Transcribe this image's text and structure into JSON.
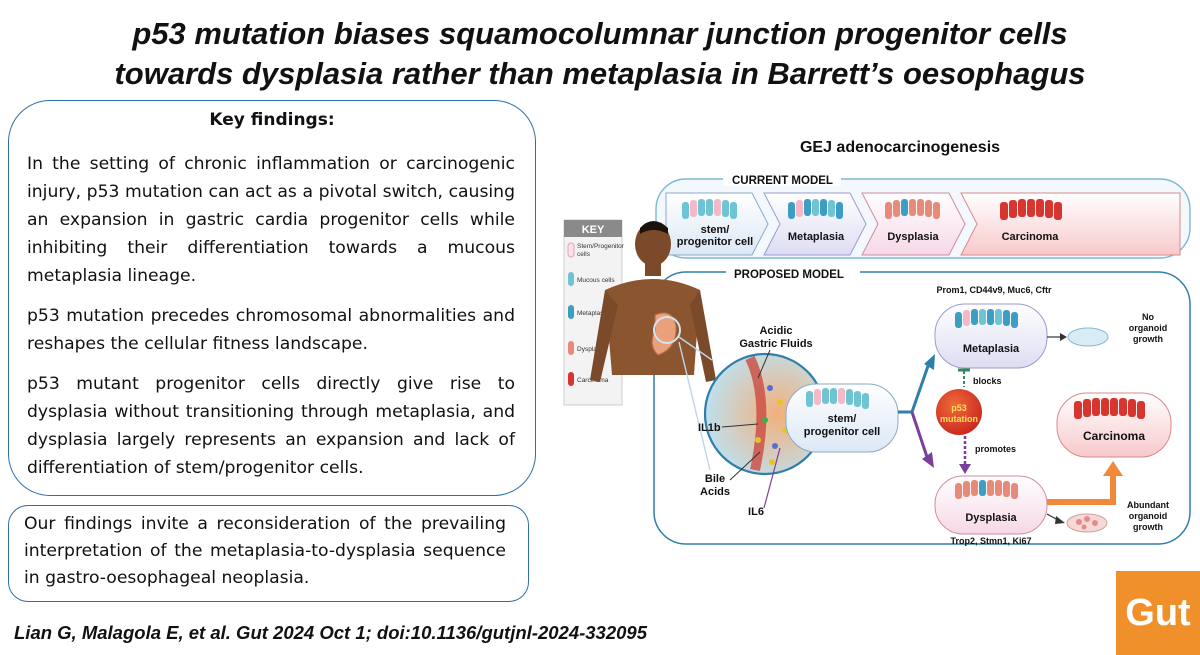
{
  "title": {
    "line1": "p53 mutation biases squamocolumnar junction progenitor cells",
    "line2": "towards dysplasia rather than metaplasia in Barrett’s oesophagus"
  },
  "key_findings": {
    "heading": "Key findings:",
    "paragraphs": [
      "In the setting of chronic inflammation or carcinogenic injury, p53 mutation can act as a pivotal switch, causing an expansion in gastric cardia progenitor cells while inhibiting their differentiation towards a mucous metaplasia lineage.",
      "p53 mutation precedes chromosomal abnormalities and reshapes the cellular fitness landscape.",
      "p53 mutant progenitor cells directly give rise to dysplasia without transitioning through metaplasia, and dysplasia largely represents an expansion and lack of differentiation of stem/progenitor cells."
    ]
  },
  "conclusion": "Our findings invite a reconsideration of the prevailing interpretation of the metaplasia-to-dysplasia sequence in gastro-oesophageal neoplasia.",
  "citation": "Lian G, Malagola E, et al. Gut 2024 Oct 1; doi:10.1136/gutjnl-2024-332095",
  "logo": "Gut",
  "diagram": {
    "title": "GEJ adenocarcinogenesis",
    "current_model": {
      "label": "CURRENT MODEL",
      "stages": {
        "stem_line1": "stem/",
        "stem_line2": "progenitor cell",
        "metaplasia": "Metaplasia",
        "dysplasia": "Dysplasia",
        "carcinoma": "Carcinoma"
      }
    },
    "key": {
      "title": "KEY",
      "items": {
        "stem_line1": "Stem/Progenitor",
        "stem_line2": "cells",
        "mucous": "Mucous cells",
        "metaplasia": "Metaplasia",
        "dysplasia": "Dysplasia",
        "carcinoma": "Carcinoma"
      }
    },
    "proposed_model": {
      "label": "PROPOSED MODEL",
      "metaplasia_markers": "Prom1, CD44v9, Muc6, Cftr",
      "acidic_line1": "Acidic",
      "acidic_line2": "Gastric Fluids",
      "metaplasia": "Metaplasia",
      "no_growth_line1": "No",
      "no_growth_line2": "organoid",
      "no_growth_line3": "growth",
      "blocks": "blocks",
      "p53_line1": "p53",
      "p53_line2": "mutation",
      "promotes": "promotes",
      "stem_line1": "stem/",
      "stem_line2": "progenitor cell",
      "il1b": "IL1b",
      "bile_line1": "Bile",
      "bile_line2": "Acids",
      "il6": "IL6",
      "carcinoma": "Carcinoma",
      "dysplasia": "Dysplasia",
      "abundant_line1": "Abundant",
      "abundant_line2": "organoid",
      "abundant_line3": "growth",
      "dysplasia_markers": "Trop2, Stmn1, Ki67"
    }
  }
}
